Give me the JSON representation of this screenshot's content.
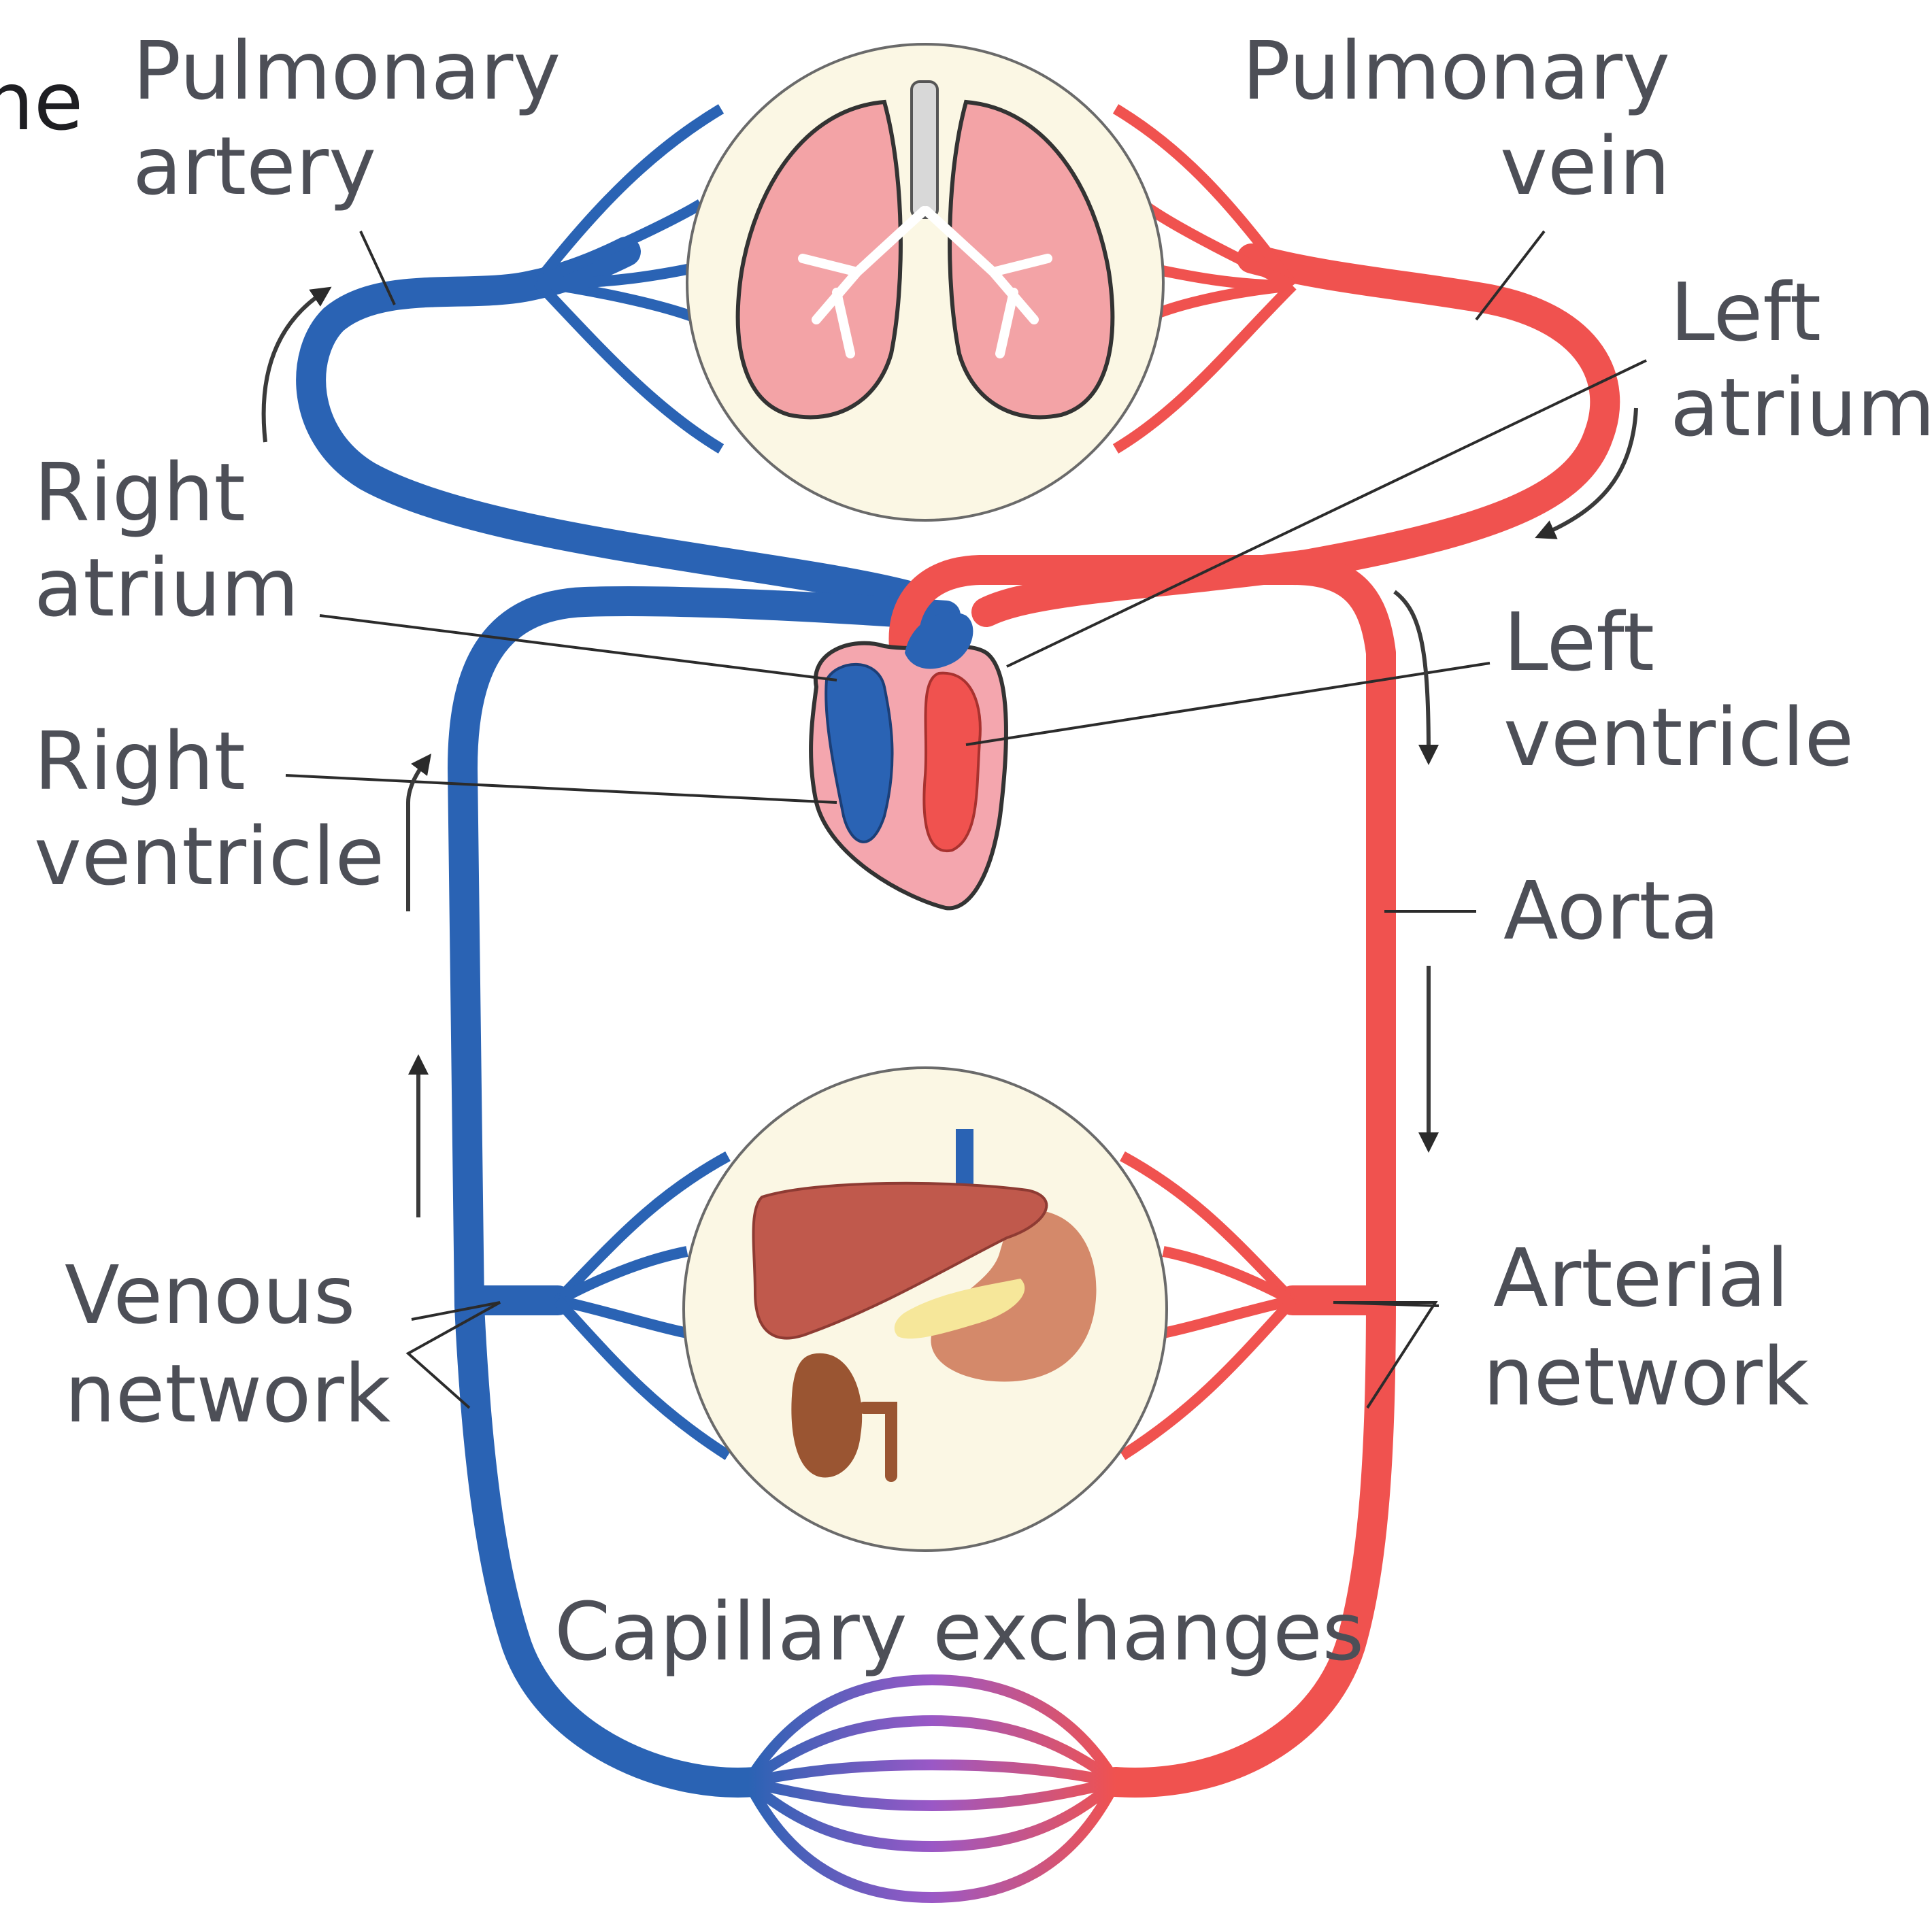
{
  "colors": {
    "vein": "#2a63b4",
    "artery": "#f0524f",
    "organ_bg": "#fbf7e4",
    "lung": "#f3a3a6",
    "heart": "#f4a6ae",
    "liver": "#c0594c",
    "stomach": "#d4896a",
    "kidney": "#9a5532",
    "pancreas": "#f6e79a"
  },
  "labels": {
    "cropped_text": "ne",
    "pulmonary_artery": [
      "Pulmonary",
      "artery"
    ],
    "pulmonary_vein": [
      "Pulmonary",
      "vein"
    ],
    "left_atrium": [
      "Left",
      "atrium"
    ],
    "right_atrium": [
      "Right",
      "atrium"
    ],
    "left_ventricle": [
      "Left",
      "ventricle"
    ],
    "right_ventricle": [
      "Right",
      "ventricle"
    ],
    "aorta": "Aorta",
    "venous_network": [
      "Venous",
      "network"
    ],
    "arterial_network": [
      "Arterial",
      "network"
    ],
    "capillary_exchanges": "Capillary exchanges"
  },
  "icons": [
    "lungs-icon",
    "heart-icon",
    "liver-icon",
    "stomach-icon",
    "kidney-icon",
    "pancreas-icon",
    "flow-arrow-icon"
  ]
}
